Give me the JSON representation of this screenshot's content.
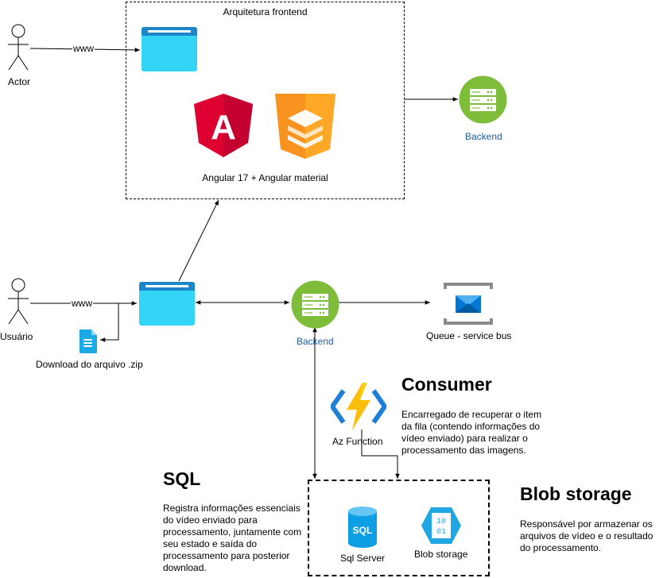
{
  "frontend_box": {
    "title": "Arquitetura frontend",
    "caption": "Angular 17 + Angular material"
  },
  "actors": {
    "top": "Actor",
    "bottom": "Usuário"
  },
  "edge_labels": {
    "www_top": "www",
    "www_bottom": "www"
  },
  "nodes": {
    "backend_top": "Backend",
    "backend_main": "Backend",
    "queue": "Queue - service bus",
    "download": "Download do arquivo .zip",
    "az_function": "Az Function",
    "sql_server": "Sql Server",
    "blob_storage": "Blob storage"
  },
  "icons": {
    "angular_glyph": "A",
    "sql_glyph": "SQL",
    "blob_glyph_1": "10",
    "blob_glyph_2": "01"
  },
  "sections": {
    "consumer": {
      "title": "Consumer",
      "text": "Encarregado de recuperar o item da fila (contendo informações do vídeo enviado) para realizar o processamento das imagens."
    },
    "sql": {
      "title": "SQL",
      "text": "Registra informações essenciais do vídeo enviado para processamento, juntamente com seu estado e saída do processamento para posterior download."
    },
    "blob": {
      "title": "Blob storage",
      "text": "Responsável por armazenar os arquivos de vídeo e o resultado do processamento."
    }
  },
  "colors": {
    "browser": "#32d5f6",
    "browser_bar": "#1d86c9",
    "server": "#7dbd3a",
    "angular": "#dd0031",
    "material": "#f7931e",
    "db": "#0d9ee4",
    "blob": "#1fa6e3",
    "queue": "#0078d4"
  }
}
